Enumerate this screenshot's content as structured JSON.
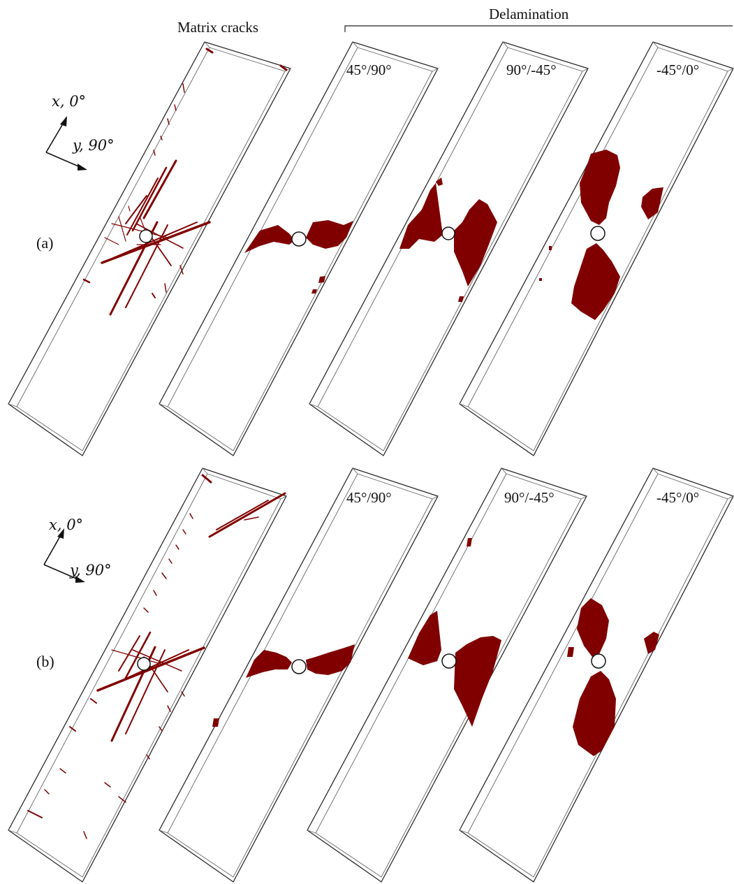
{
  "header": {
    "matrix_cracks": "Matrix cracks",
    "delamination": "Delamination"
  },
  "colors": {
    "damage": "#800000",
    "outline": "#2a2a2a",
    "text": "#111111"
  },
  "rows": [
    {
      "label": "(a)",
      "axis_x": "x, 0°",
      "axis_y": "y, 90°",
      "interfaces": [
        "45°/90°",
        "90°/-45°",
        "-45°/0°"
      ]
    },
    {
      "label": "(b)",
      "axis_x": "x, 0°",
      "axis_y": "y, 90°",
      "interfaces": [
        "45°/90°",
        "90°/-45°",
        "-45°/0°"
      ]
    }
  ]
}
